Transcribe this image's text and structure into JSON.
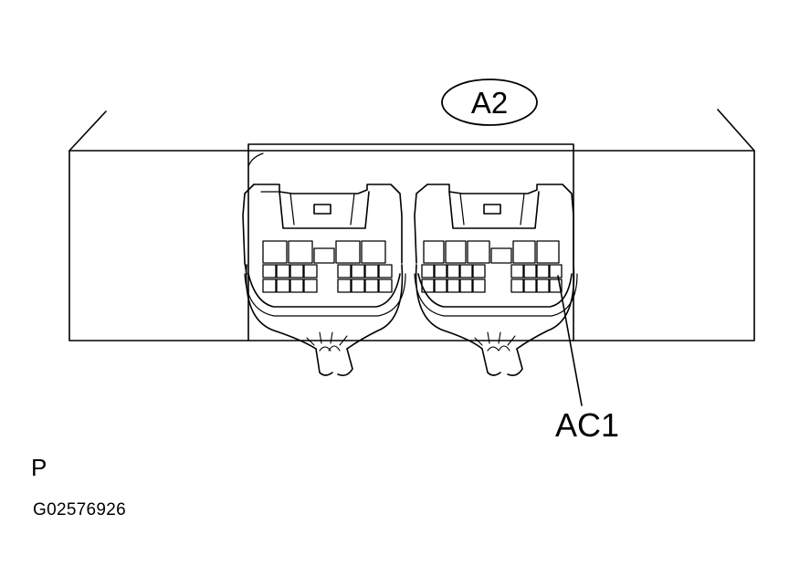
{
  "diagram": {
    "callout_connector": "A2",
    "callout_terminal": "AC1",
    "view_letter": "P",
    "figure_code": "G02576926",
    "line_color": "#000000",
    "background_color": "#ffffff"
  }
}
